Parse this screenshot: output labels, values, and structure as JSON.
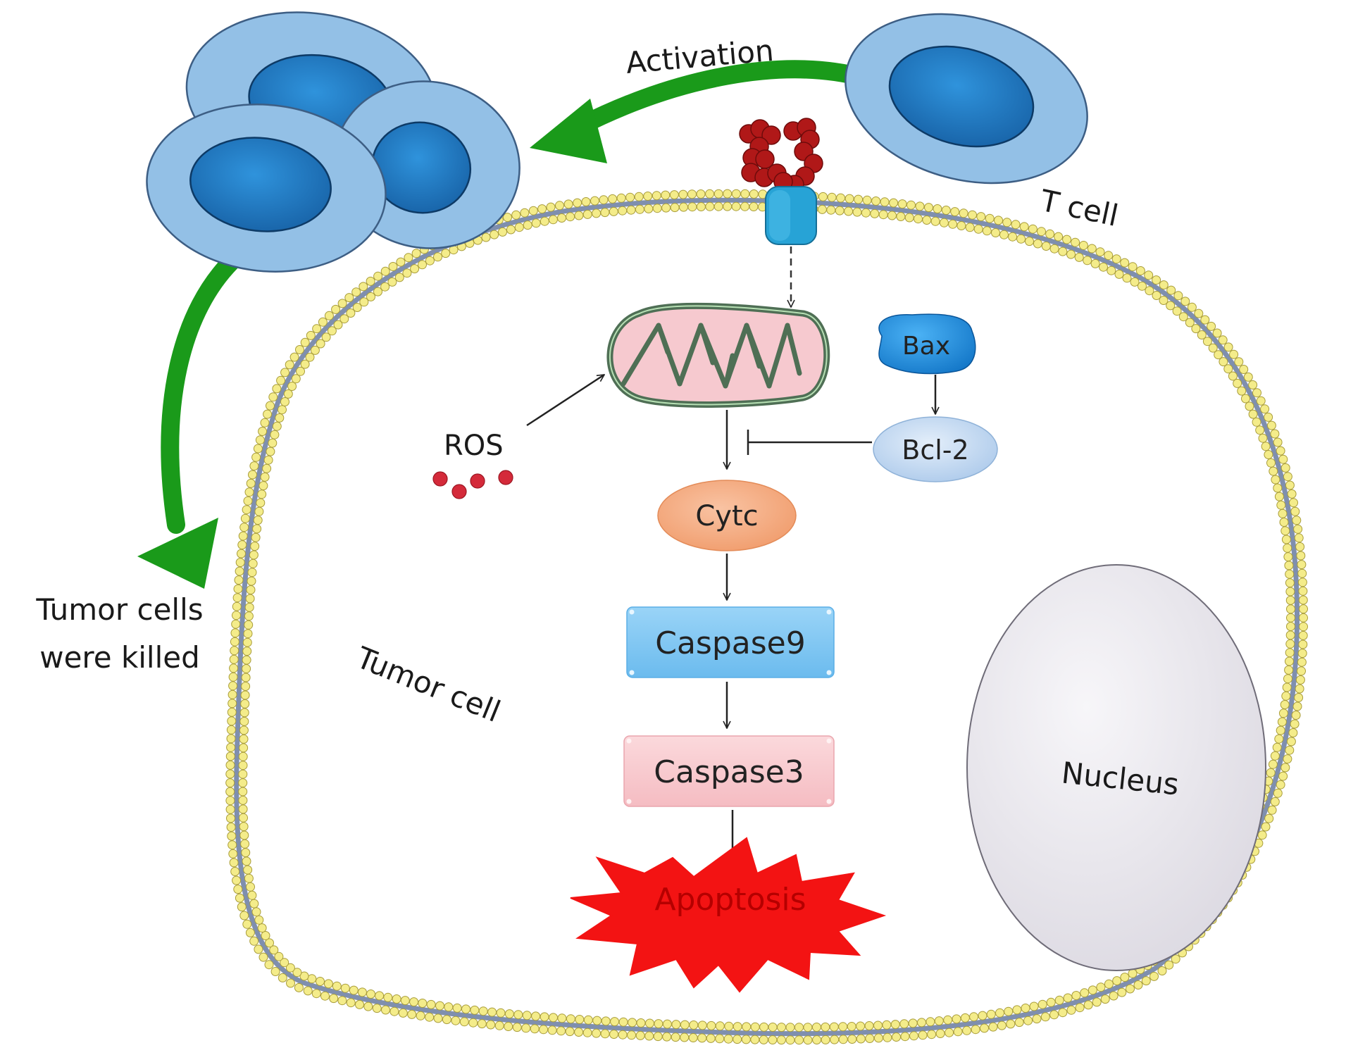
{
  "labels": {
    "activation": "Activation",
    "t_cell": "T cell",
    "tumor_killed_line1": "Tumor cells",
    "tumor_killed_line2": "were killed",
    "tumor_cell": "Tumor cell",
    "ros": "ROS",
    "bax": "Bax",
    "bcl2": "Bcl-2",
    "cytc": "Cytc",
    "caspase9": "Caspase9",
    "caspase3": "Caspase3",
    "apoptosis": "Apoptosis",
    "nucleus": "Nucleus"
  },
  "colors": {
    "green_arrow": "#1a9a1a",
    "cell_outer": "#93c0e6",
    "cell_inner": "#1f7cc9",
    "membrane_bead": "#f4ec8a",
    "membrane_core": "#7f8fae",
    "mitochondrion_fill": "#f6c9cf",
    "mitochondrion_edge": "#4f6f55",
    "ros_dot": "#d42a3a",
    "receptor": "#27a3d6",
    "ligand": "#b01818",
    "bax": "#1f8fe0",
    "bcl2": "#c6dcf2",
    "cytc": "#f4a77a",
    "caspase9": "#7fc6f3",
    "caspase3": "#f8c9cd",
    "apoptosis": "#f31313",
    "apoptosis_text": "#b50000",
    "nucleus_fill": "#e6e4ea"
  },
  "icons": [
    "t-cell-icon",
    "receptor-icon",
    "ligand-cluster-icon",
    "mitochondrion-icon",
    "membrane-icon",
    "nucleus-icon",
    "apoptosis-burst-icon",
    "ros-dots-icon"
  ]
}
